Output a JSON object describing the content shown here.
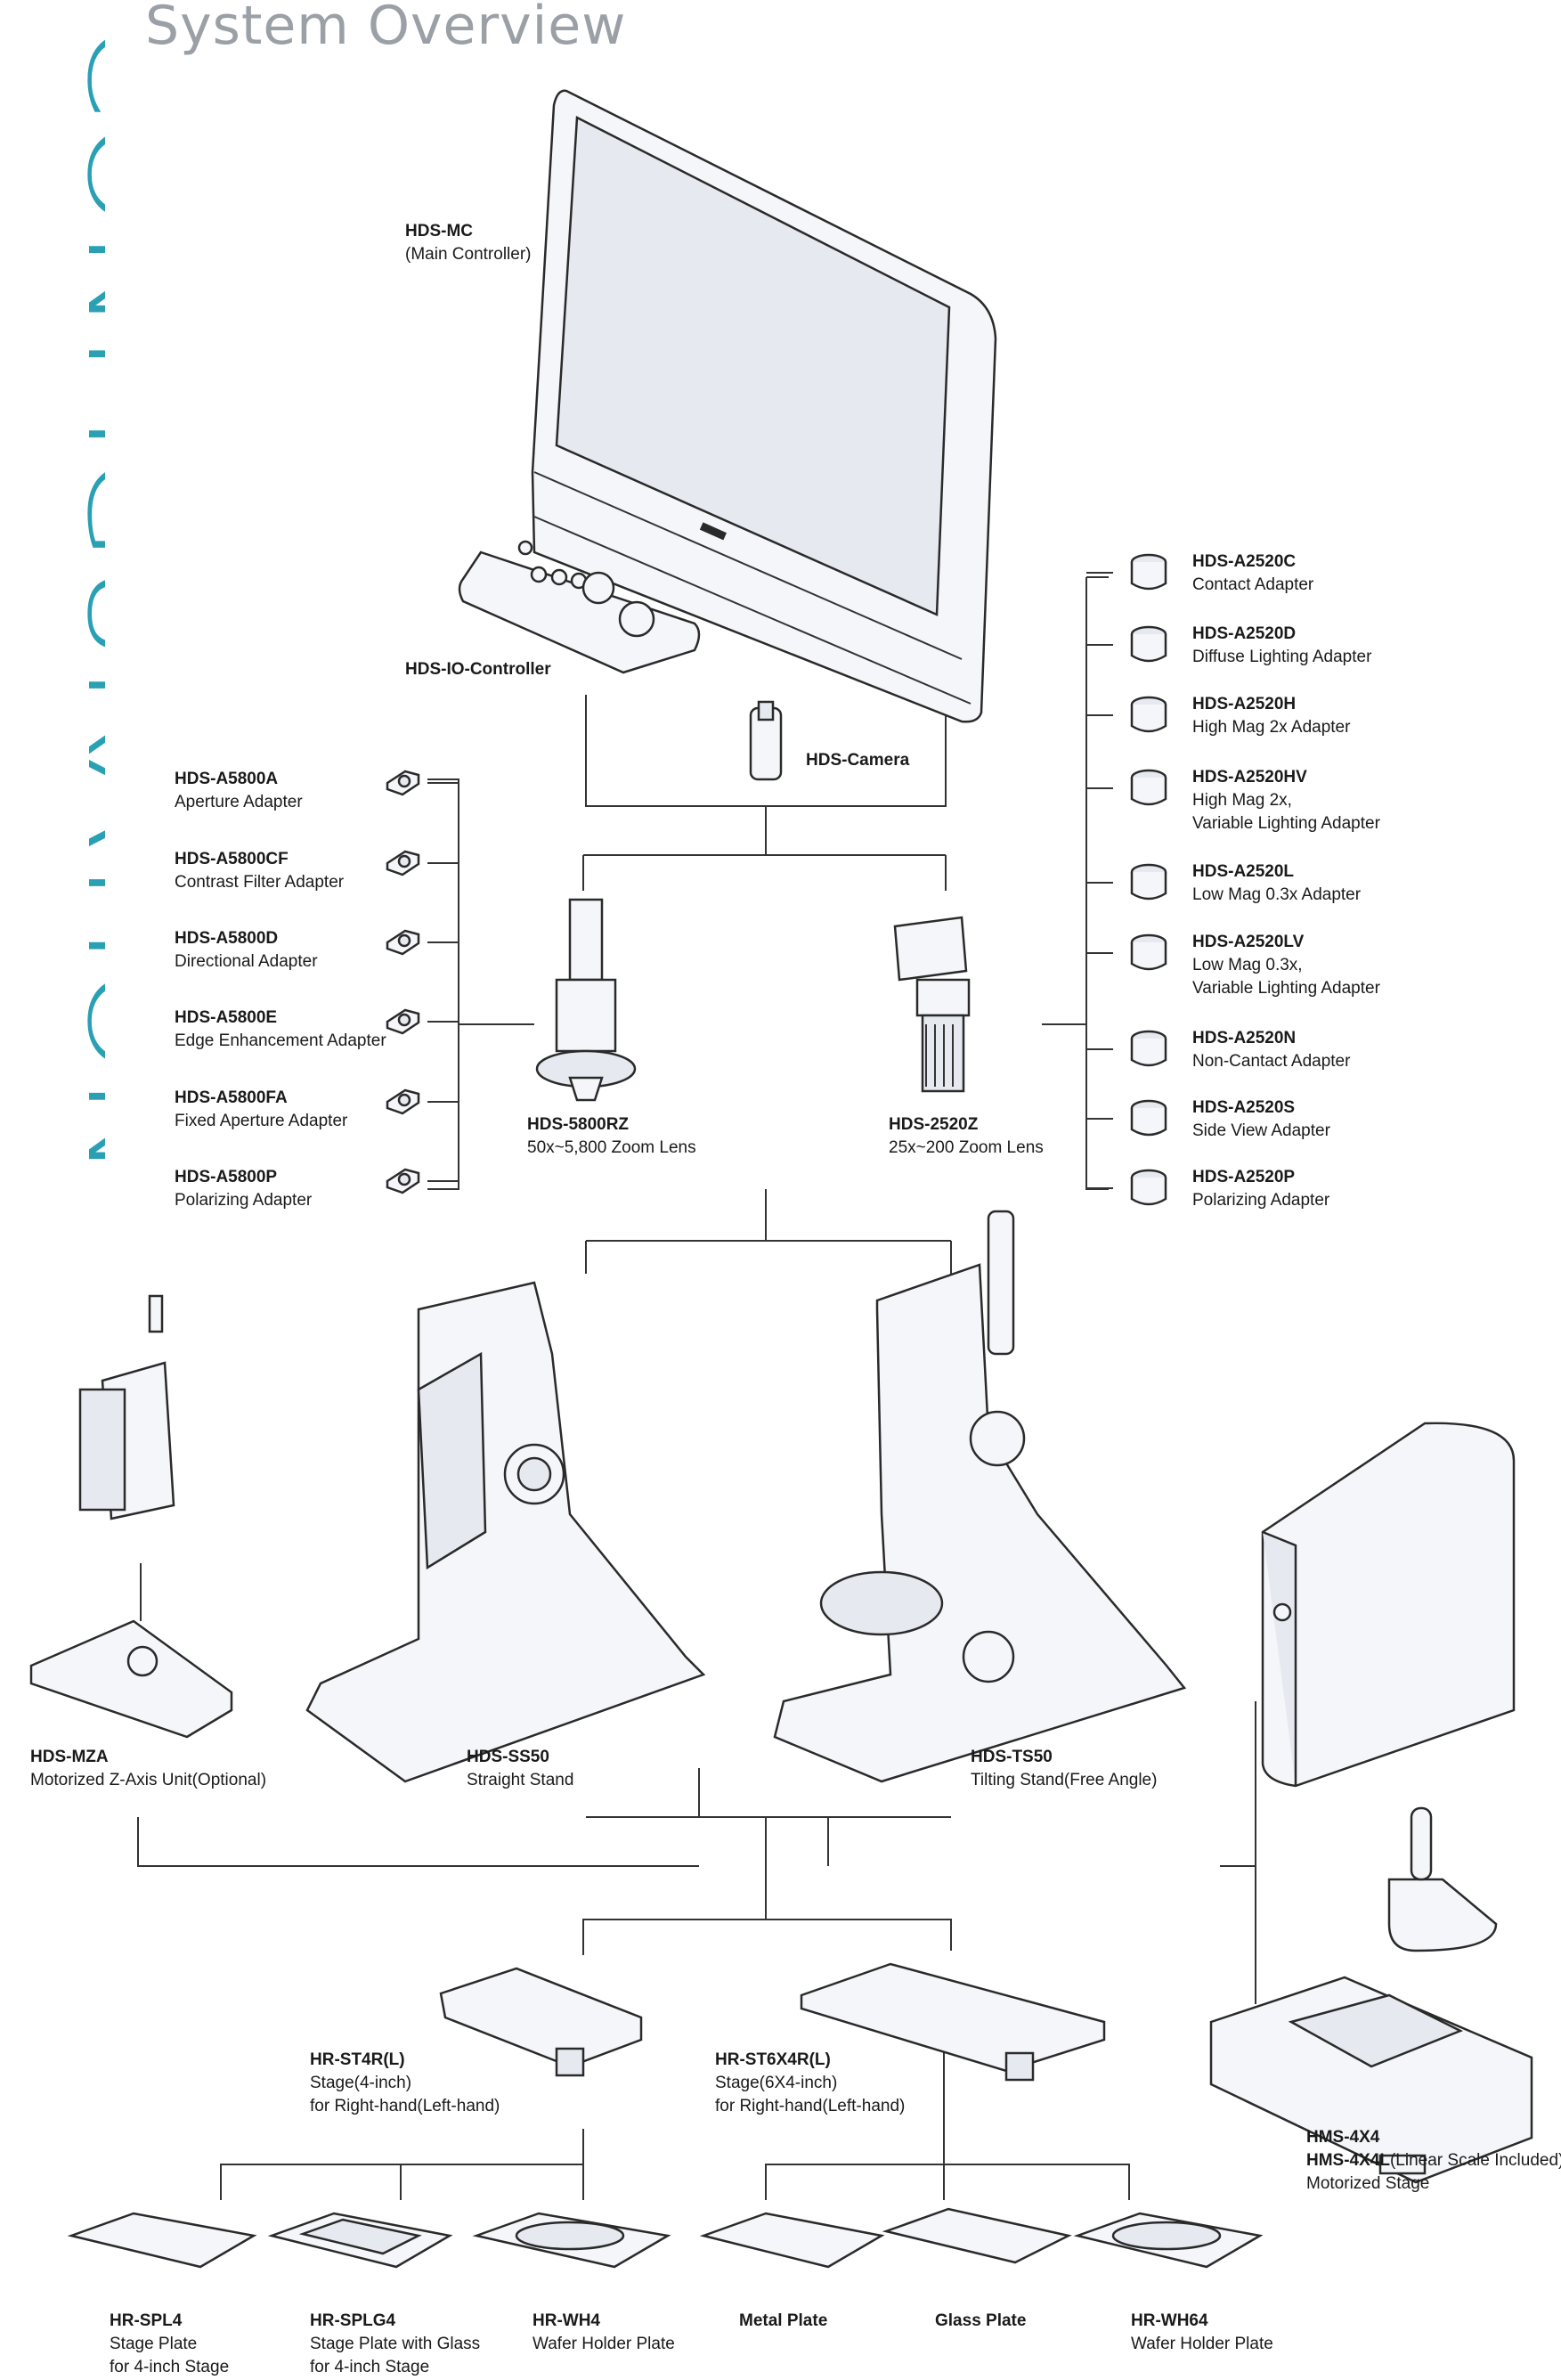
{
  "header": {
    "title": "System Overview",
    "vertical_title": "CONFIGURATION"
  },
  "colors": {
    "accent": "#2aa0b4",
    "title_gray": "#9aa0a6",
    "line": "#333333"
  },
  "components": {
    "main_controller": {
      "code": "HDS-MC",
      "desc": "(Main Controller)"
    },
    "io_controller": {
      "code": "HDS-IO-Controller"
    },
    "camera": {
      "code": "HDS-Camera"
    },
    "zoom_5800": {
      "code": "HDS-5800RZ",
      "desc": "50x~5,800 Zoom Lens"
    },
    "zoom_2520": {
      "code": "HDS-2520Z",
      "desc": "25x~200 Zoom Lens"
    },
    "mza": {
      "code": "HDS-MZA",
      "desc": "Motorized Z-Axis Unit(Optional)"
    },
    "ss50": {
      "code": "HDS-SS50",
      "desc": "Straight Stand"
    },
    "ts50": {
      "code": "HDS-TS50",
      "desc": "Tilting Stand(Free Angle)"
    },
    "st4r": {
      "code": "HR-ST4R(L)",
      "desc1": "Stage(4-inch)",
      "desc2": "for Right-hand(Left-hand)"
    },
    "st6x4r": {
      "code": "HR-ST6X4R(L)",
      "desc1": "Stage(6X4-inch)",
      "desc2": "for Right-hand(Left-hand)"
    },
    "hms": {
      "code1": "HMS-4X4",
      "code2": "HMS-4X4L",
      "code2_note": "(Linear Scale Included)",
      "desc": "Motorized Stage"
    }
  },
  "adapters_5800": [
    {
      "code": "HDS-A5800A",
      "desc": "Aperture Adapter"
    },
    {
      "code": "HDS-A5800CF",
      "desc": "Contrast Filter Adapter"
    },
    {
      "code": "HDS-A5800D",
      "desc": "Directional Adapter"
    },
    {
      "code": "HDS-A5800E",
      "desc": "Edge Enhancement Adapter"
    },
    {
      "code": "HDS-A5800FA",
      "desc": "Fixed Aperture Adapter"
    },
    {
      "code": "HDS-A5800P",
      "desc": "Polarizing Adapter"
    }
  ],
  "adapters_2520": [
    {
      "code": "HDS-A2520C",
      "desc": "Contact Adapter"
    },
    {
      "code": "HDS-A2520D",
      "desc": "Diffuse Lighting Adapter"
    },
    {
      "code": "HDS-A2520H",
      "desc": "High Mag 2x Adapter"
    },
    {
      "code": "HDS-A2520HV",
      "desc": "High Mag 2x,",
      "desc2": "Variable Lighting Adapter"
    },
    {
      "code": "HDS-A2520L",
      "desc": "Low Mag 0.3x Adapter"
    },
    {
      "code": "HDS-A2520LV",
      "desc": "Low Mag 0.3x,",
      "desc2": "Variable Lighting Adapter"
    },
    {
      "code": "HDS-A2520N",
      "desc": "Non-Cantact Adapter"
    },
    {
      "code": "HDS-A2520S",
      "desc": "Side View Adapter"
    },
    {
      "code": "HDS-A2520P",
      "desc": "Polarizing Adapter"
    }
  ],
  "plates": [
    {
      "code": "HR-SPL4",
      "desc1": "Stage Plate",
      "desc2": "for 4-inch Stage"
    },
    {
      "code": "HR-SPLG4",
      "desc1": "Stage Plate with Glass",
      "desc2": "for 4-inch Stage"
    },
    {
      "code": "HR-WH4",
      "desc1": "Wafer Holder Plate",
      "desc2": ""
    },
    {
      "code": "Metal Plate",
      "desc1": "",
      "desc2": ""
    },
    {
      "code": "Glass Plate",
      "desc1": "",
      "desc2": ""
    },
    {
      "code": "HR-WH64",
      "desc1": "Wafer Holder Plate",
      "desc2": ""
    }
  ]
}
